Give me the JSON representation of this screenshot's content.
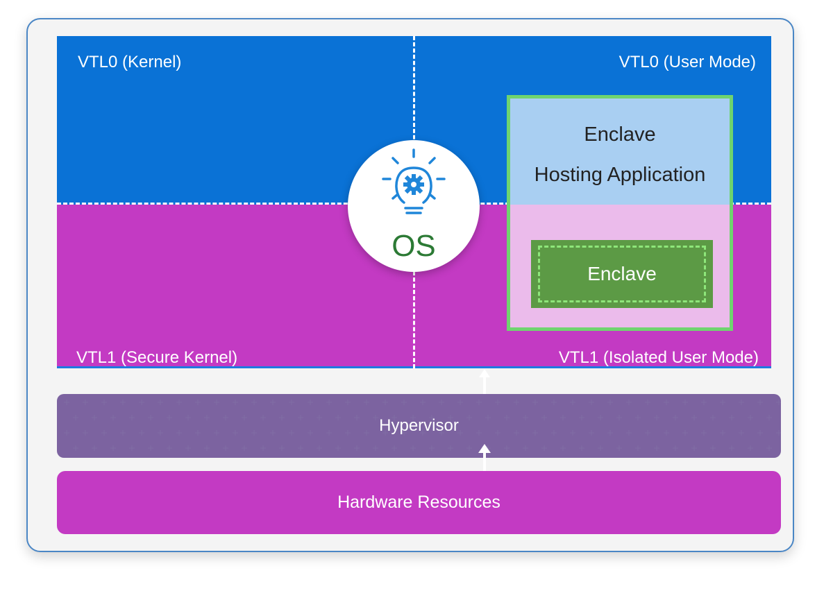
{
  "quadrants": {
    "top_left": "VTL0 (Kernel)",
    "top_right": "VTL0 (User Mode)",
    "bottom_left": "VTL1 (Secure Kernel)",
    "bottom_right": "VTL1 (Isolated User Mode)"
  },
  "host_app": {
    "line1": "Enclave",
    "line2": "Hosting Application"
  },
  "enclave": "Enclave",
  "os": {
    "label": "OS",
    "icon": "lightbulb-gear-icon"
  },
  "hypervisor": "Hypervisor",
  "hardware": "Hardware Resources",
  "colors": {
    "vtl0": "#0a72d6",
    "vtl1": "#c33ac3",
    "host_top": "#a9cff2",
    "host_bottom": "#ebbbeb",
    "host_border": "#6fd46f",
    "enclave": "#5c9a45",
    "hypervisor": "#4a2f6a",
    "os_text": "#2c7a35"
  }
}
